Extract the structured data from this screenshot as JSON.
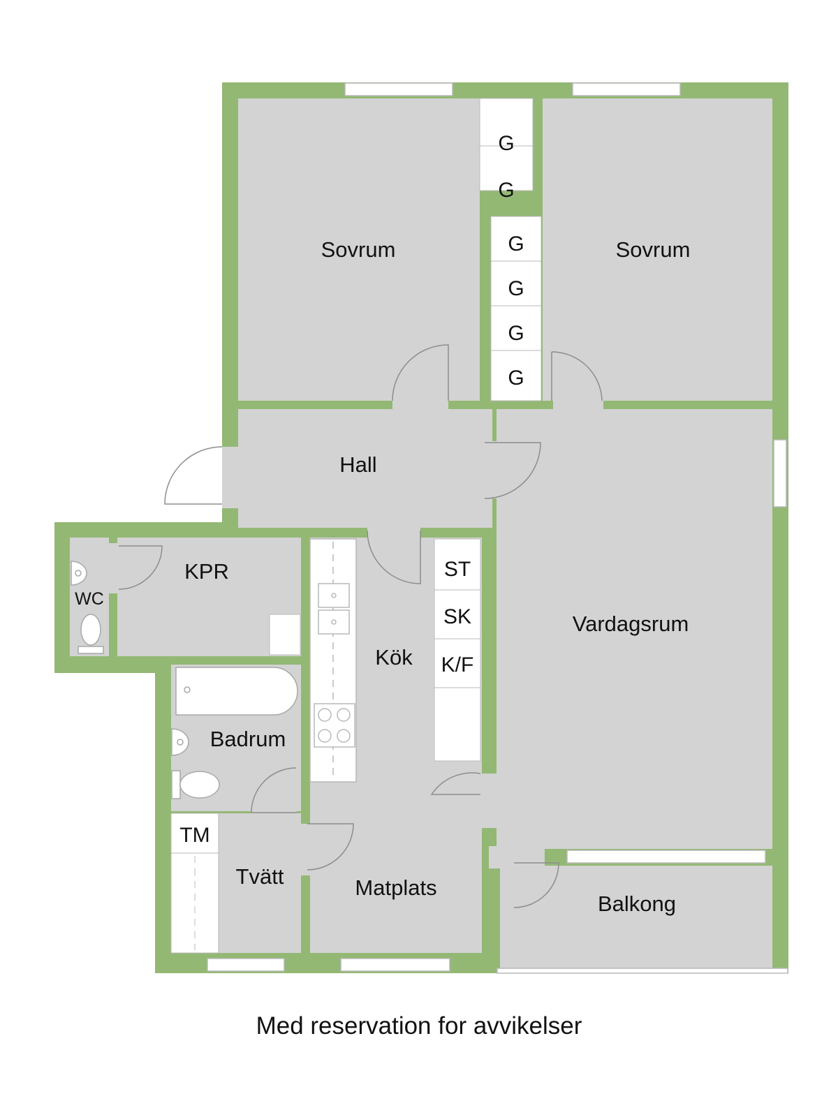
{
  "colors": {
    "wall": "#93b874",
    "floor": "#d3d3d3",
    "fixture_fill": "#ffffff",
    "fixture_line": "#b8b8b8",
    "text": "#111111"
  },
  "rooms": {
    "sovrum_left": "Sovrum",
    "sovrum_right": "Sovrum",
    "hall": "Hall",
    "kpr": "KPR",
    "wc": "WC",
    "kok": "Kök",
    "vardagsrum": "Vardagsrum",
    "badrum": "Badrum",
    "tvatt": "Tvätt",
    "matplats": "Matplats",
    "balkong": "Balkong"
  },
  "fixtures": {
    "wardrobes": [
      "G",
      "G",
      "G",
      "G",
      "G",
      "G"
    ],
    "st": "ST",
    "sk": "SK",
    "kf": "K/F",
    "tm": "TM"
  },
  "footer": "Med reservation for avvikelser"
}
